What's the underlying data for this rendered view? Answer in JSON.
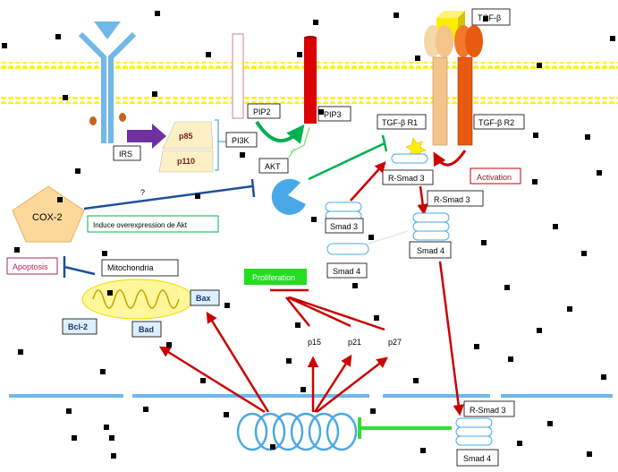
{
  "labels": {
    "tgfb": "TGF-β",
    "irs": "IRS",
    "p85": "p85",
    "p110": "p110",
    "pi3k": "PI3K",
    "pip2": "PIP2",
    "pip3": "PIP3",
    "akt": "AKT",
    "tgfbr1": "TGF-β R1",
    "tgfbr2": "TGF-β R2",
    "activation": "Activation",
    "rsmad3_a": "R-Smad 3",
    "rsmad3_b": "R-Smad 3",
    "rsmad3_c": "R-Smad 3",
    "smad3": "Smad 3",
    "smad4_a": "Smad 4",
    "smad4_b": "Smad 4",
    "smad4_c": "Smad 4",
    "cox2": "COX-2",
    "question": "?",
    "induce": "Induce overexpression  de Akt",
    "apoptosis": "Apoptosis",
    "mitochondria": "Mitochondria",
    "bax": "Bax",
    "bcl2": "Bcl-2",
    "bad": "Bad",
    "proliferation": "Proliferation",
    "p15": "p15",
    "p21": "p21",
    "p27": "p27"
  },
  "colors": {
    "membrane": "#ffee33",
    "receptor_blue": "#6fb8e8",
    "pi3k_arrow": "#7030a0",
    "red_arrow": "#cc0000",
    "green_arrow": "#00b050",
    "navy_inhibit": "#1f4e9e",
    "tgfb_cube": "#ffee00",
    "r1": "#f5c48a",
    "r2": "#e85a10",
    "proliferation_box": "#22dd22",
    "cox2": "#fcd99a"
  },
  "icons": [
    "insulin-receptor-icon",
    "tgfb-cube-icon",
    "akt-pacman-icon",
    "dna-helix-icon",
    "mitochondria-icon",
    "cox2-pentagon-icon"
  ]
}
